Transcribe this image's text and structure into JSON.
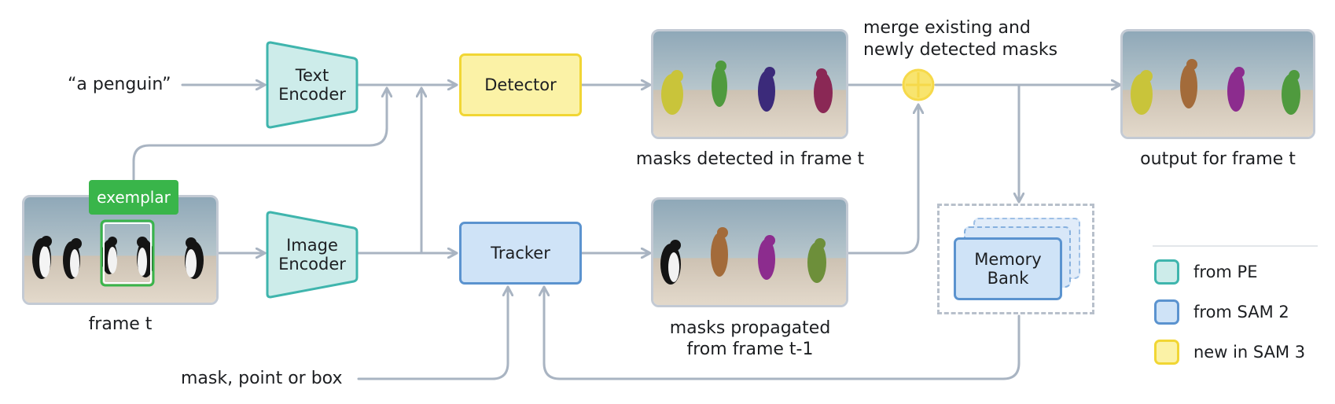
{
  "inputs": {
    "text_prompt": "“a penguin”",
    "frame_label": "frame t",
    "exemplar_label": "exemplar",
    "prompt_label": "mask, point or box"
  },
  "blocks": {
    "text_encoder": "Text\nEncoder",
    "image_encoder": "Image\nEncoder",
    "detector": "Detector",
    "tracker": "Tracker",
    "memory_bank": "Memory\nBank"
  },
  "captions": {
    "detected": "masks detected in frame t",
    "propagated": "masks propagated\nfrom frame t-1",
    "merge": "merge existing and\nnewly detected masks",
    "output": "output for frame t"
  },
  "legend": [
    {
      "label": "from PE",
      "fill": "#cdecea",
      "stroke": "#3fb5ad"
    },
    {
      "label": "from SAM 2",
      "fill": "#cfe3f7",
      "stroke": "#5b93cf"
    },
    {
      "label": "new in SAM 3",
      "fill": "#fbf2a6",
      "stroke": "#f1d634"
    }
  ],
  "colors": {
    "arrow": "#a9b4c2",
    "pe_fill": "#cdecea",
    "pe_stroke": "#3fb5ad",
    "sam2_fill": "#cfe3f7",
    "sam2_stroke": "#5b93cf",
    "sam3_fill": "#fbf2a6",
    "sam3_stroke": "#f1d634",
    "exemplar_green": "#39b54a",
    "merge_yellow": "#f6d94a"
  },
  "icons": {
    "merge": "circled-plus-icon"
  }
}
